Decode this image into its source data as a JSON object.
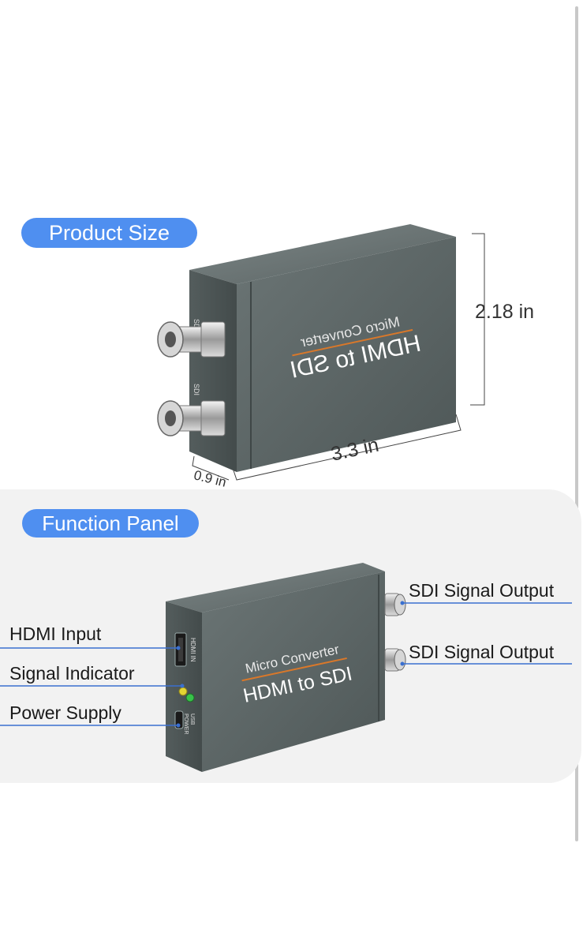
{
  "sections": {
    "product_size": "Product Size",
    "function_panel": "Function Panel"
  },
  "dimensions": {
    "height": "2.18 in",
    "width": "3.3 in",
    "depth": "0.9 in"
  },
  "device": {
    "brand_line": "Micro Converter",
    "model_line": "HDMI to SDI",
    "port_hdmi": "HDMI IN",
    "port_power_line1": "USB",
    "port_power_line2": "POWER",
    "port_sdi": "SDI"
  },
  "callouts": {
    "hdmi_input": "HDMI Input",
    "signal_indicator": "Signal Indicator",
    "power_supply": "Power Supply",
    "sdi_output_1": "SDI Signal Output",
    "sdi_output_2": "SDI Signal Output"
  },
  "colors": {
    "accent": "#4f8ff0",
    "device_body": "#5e6868",
    "callout_line": "#3a6fcf",
    "led_yellow": "#e3d532",
    "led_green": "#38c24a"
  }
}
